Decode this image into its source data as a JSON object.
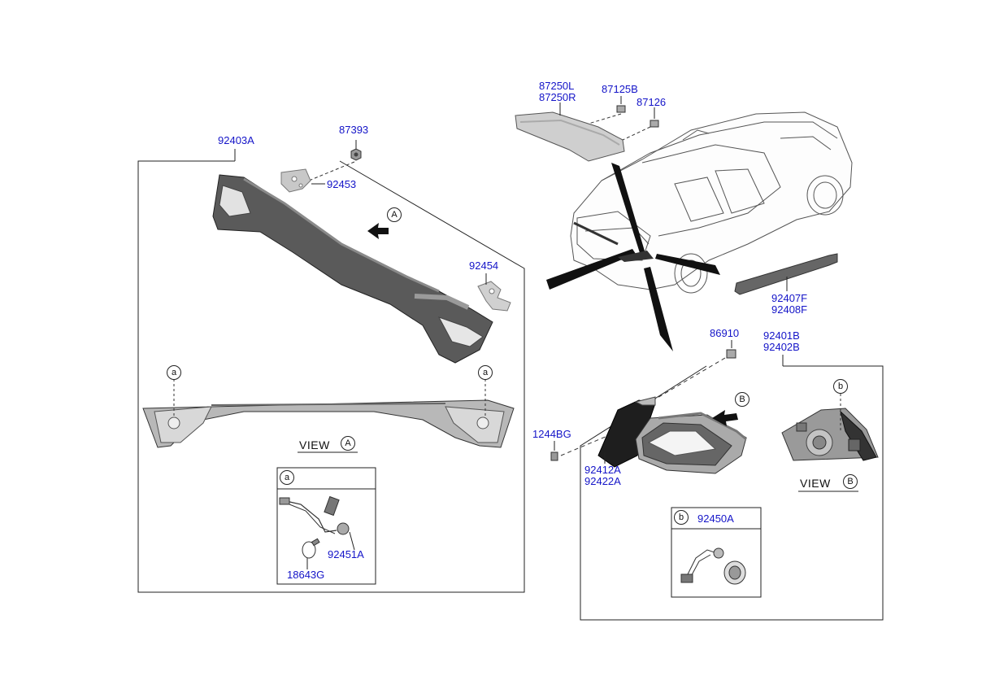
{
  "labels": {
    "p92403A": "92403A",
    "p87393": "87393",
    "p92453": "92453",
    "p92454": "92454",
    "p87250": "87250L",
    "p87250b": "87250R",
    "p87125B": "87125B",
    "p87126": "87126",
    "p92407F": "92407F",
    "p92408F": "92408F",
    "p86910": "86910",
    "p92401B": "92401B",
    "p92402B": "92402B",
    "p1244BG": "1244BG",
    "p92412A": "92412A",
    "p92422A": "92422A",
    "p92450A": "92450A",
    "p92451A": "92451A",
    "p18643G": "18643G"
  },
  "callouts": {
    "A": "A",
    "B": "B",
    "a": "a",
    "b": "b"
  },
  "views": {
    "view_text": "VIEW"
  },
  "colors": {
    "label": "#1414c8",
    "line": "#222222",
    "part_dark": "#555555",
    "part_mid": "#8a8a8a",
    "part_light": "#c8c8c8"
  }
}
